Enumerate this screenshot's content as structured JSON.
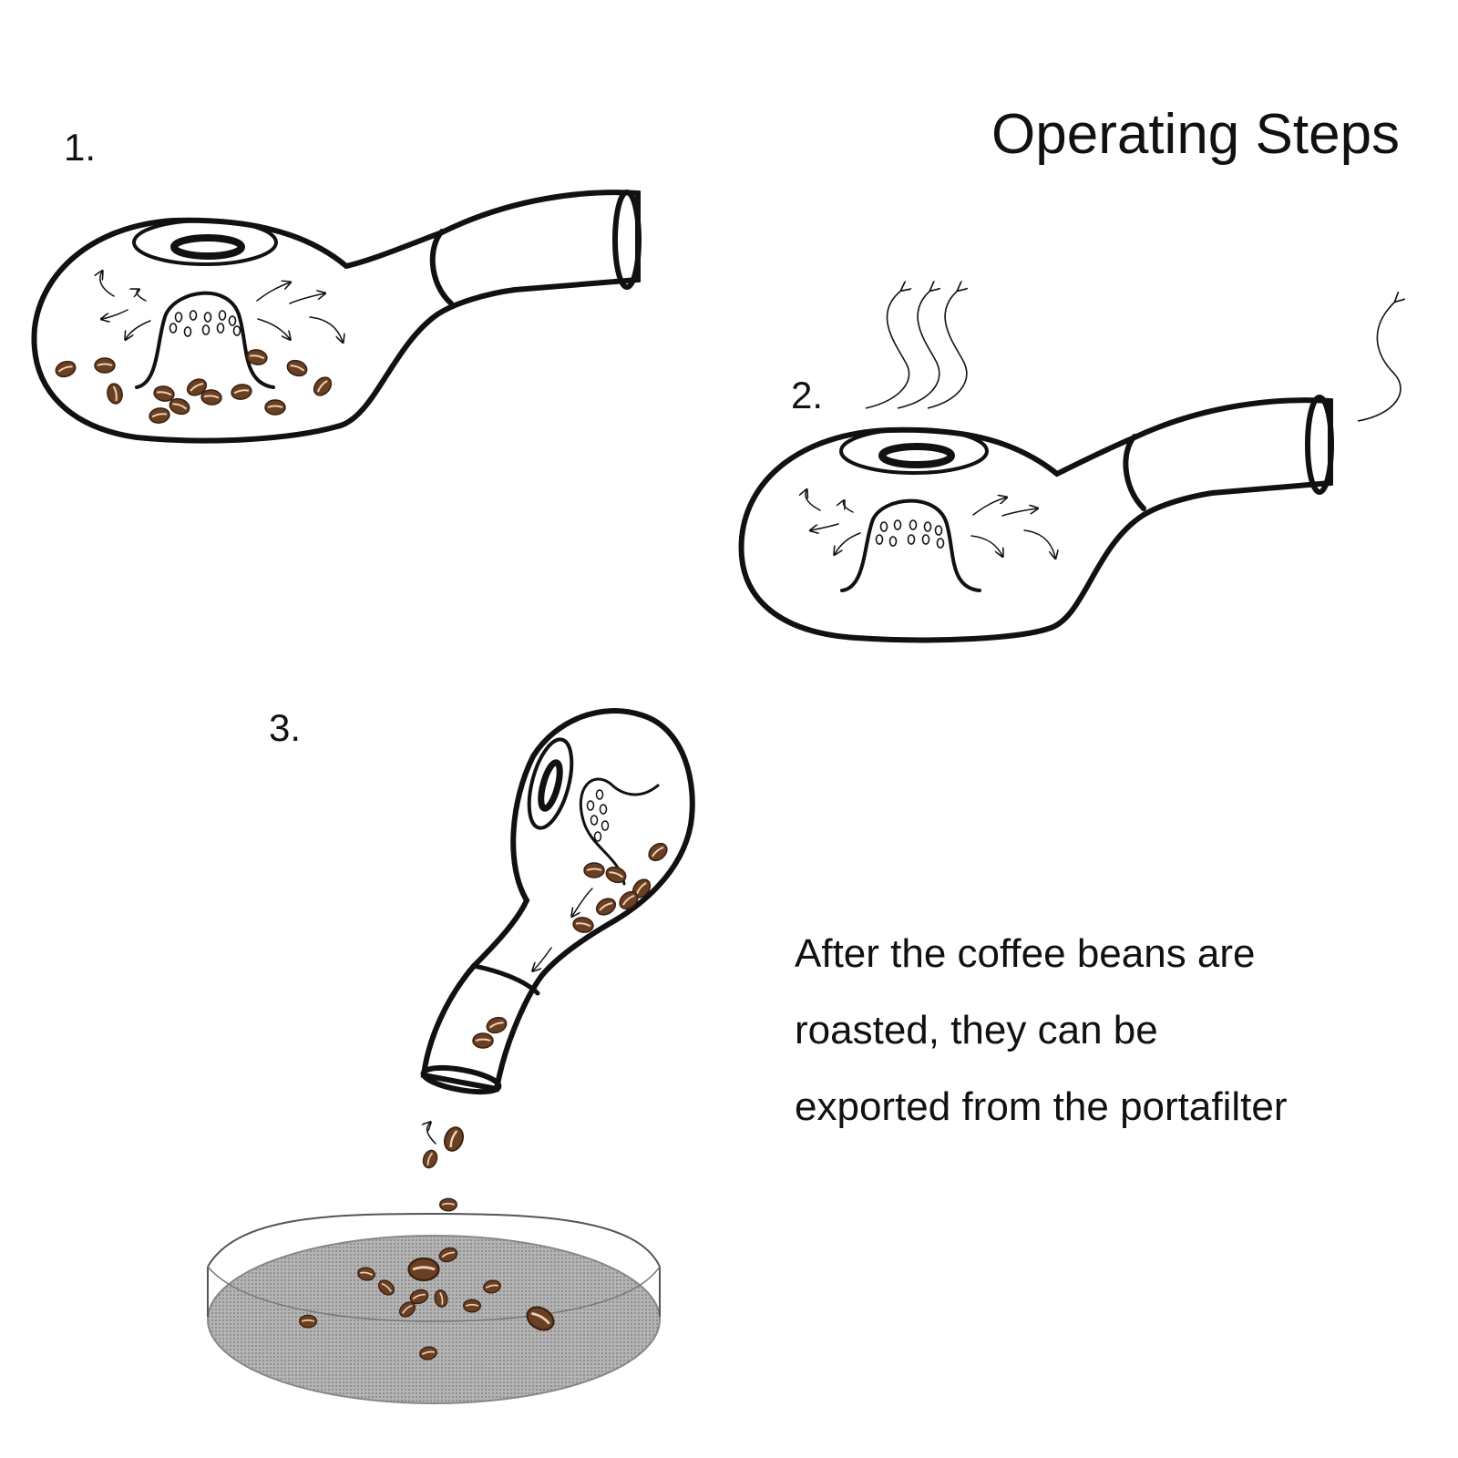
{
  "title": "Operating Steps",
  "steps": [
    {
      "number": "1."
    },
    {
      "number": "2."
    },
    {
      "number": "3."
    }
  ],
  "description": {
    "lines": [
      "After the coffee beans are",
      "roasted, they can be",
      "exported from the portafilter"
    ]
  },
  "colors": {
    "outline": "#111111",
    "bean": "#6b3f22",
    "bowl_fill": "#a9a9a9"
  },
  "icons": [
    "roaster-icon",
    "coffee-bean-icon",
    "steam-icon",
    "airflow-arrow-icon",
    "bowl-icon"
  ]
}
